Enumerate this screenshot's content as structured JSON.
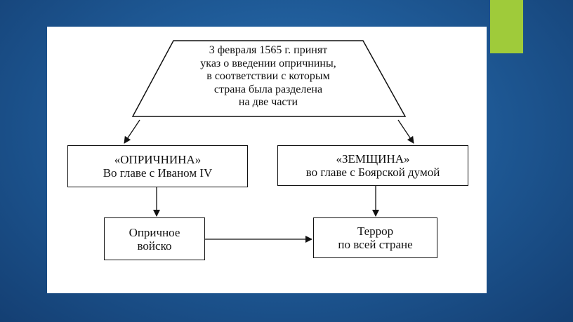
{
  "slide": {
    "accent_color": "#9fcb3a",
    "background_color": "#1f5b98"
  },
  "diagram": {
    "top_node": {
      "lines": [
        "3 февраля 1565 г. принят",
        "указ о введении опричнины,",
        "в соответствии с которым",
        "страна была разделена",
        "на две части"
      ]
    },
    "oprichnina": {
      "title": "«ОПРИЧНИНА»",
      "subtitle": "Во главе с Иваном IV"
    },
    "zemshchina": {
      "title": "«ЗЕМЩИНА»",
      "subtitle": "во главе с Боярской думой"
    },
    "army": {
      "line1": "Опричное",
      "line2": "войско"
    },
    "terror": {
      "line1": "Террор",
      "line2": "по всей стране"
    }
  }
}
